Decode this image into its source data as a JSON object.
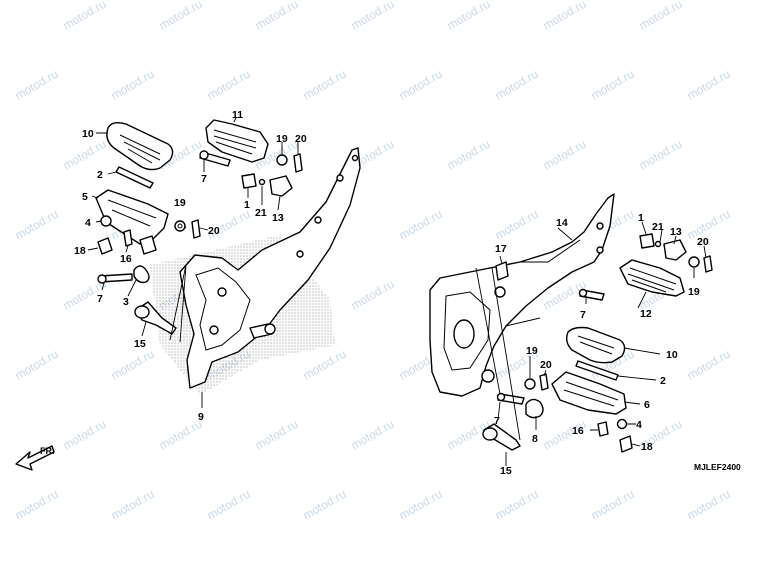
{
  "watermark": "motod.ru",
  "diagram_code": "MJLEF2400",
  "front_indicator": "FR.",
  "colors": {
    "ink": "#000000",
    "watermark": "#b9cde3",
    "background": "#ffffff"
  },
  "callouts_left": [
    "10",
    "2",
    "5",
    "4",
    "18",
    "16",
    "19",
    "20",
    "7",
    "3",
    "15",
    "11",
    "7",
    "19",
    "20",
    "1",
    "21",
    "13",
    "9"
  ],
  "callouts_right": [
    "14",
    "17",
    "1",
    "21",
    "13",
    "20",
    "19",
    "7",
    "12",
    "10",
    "2",
    "6",
    "19",
    "20",
    "7",
    "8",
    "4",
    "16",
    "18",
    "15"
  ]
}
